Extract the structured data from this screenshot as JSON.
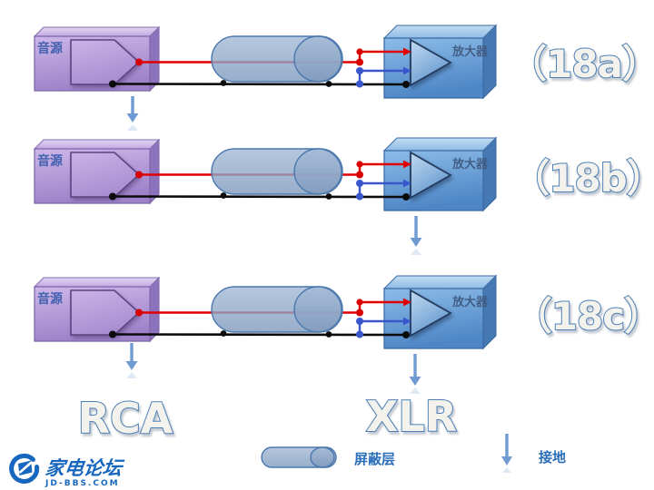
{
  "rows": [
    {
      "label": "（18a）",
      "source_label": "音源",
      "amp_label": "放大器",
      "grounds": [
        "source"
      ]
    },
    {
      "label": "（18b）",
      "source_label": "音源",
      "amp_label": "放大器",
      "grounds": [
        "amplifier"
      ]
    },
    {
      "label": "（18c）",
      "source_label": "音源",
      "amp_label": "放大器",
      "grounds": [
        "source",
        "amplifier"
      ]
    }
  ],
  "connectors": {
    "left": "RCA",
    "right": "XLR"
  },
  "legend": {
    "shield": "屏蔽层",
    "ground": "接地"
  },
  "logo": {
    "name": "家电论坛",
    "domain": "JD-BBS.COM"
  },
  "colors": {
    "hot_wire": "#e10000",
    "cold_wire": "#3a56cc",
    "ground_wire": "#0b0b0b",
    "ground_arrow": "#6f9bd2",
    "source_box": "#b094d6",
    "amp_box": "#5f97d2",
    "shield_cylinder": "#8da7c7",
    "outline_text_fill": "#f3f2ec",
    "outline_text_stroke": "#4d7fb5",
    "legend_text": "#2a6db8",
    "logo_blue": "#1767bf"
  }
}
